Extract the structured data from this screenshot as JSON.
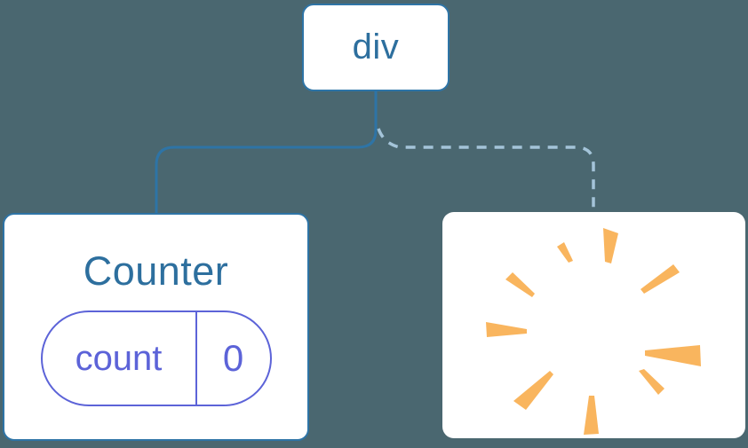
{
  "diagram": {
    "root": {
      "label": "div"
    },
    "counter": {
      "title": "Counter",
      "state": {
        "key": "count",
        "value": "0"
      }
    },
    "removed": {
      "icon": "poof-icon"
    }
  },
  "colors": {
    "background": "#4A6770",
    "steel-border": "#2E74A6",
    "steel-text": "#2D6F9E",
    "purple": "#5C63D8",
    "dashed-line": "#A4C4D9",
    "poof-orange": "#F9B55E",
    "card-bg": "#FFFFFF"
  }
}
